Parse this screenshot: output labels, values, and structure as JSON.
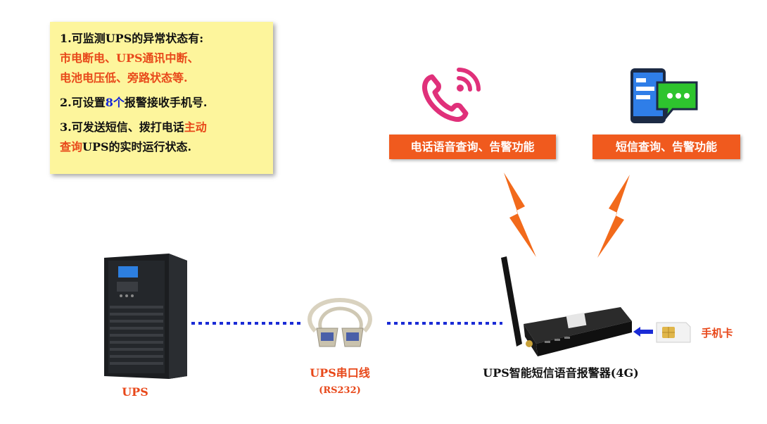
{
  "info": {
    "line1_prefix": "1.",
    "line1_text": "可监测UPS的异常状态有:",
    "line1_red_a": "市电断电、UPS通讯中断、",
    "line1_red_b": "电池电压低、旁路状态等.",
    "line2_prefix": "2.",
    "line2_a": "可设置",
    "line2_blue": "8个",
    "line2_b": "报警接收手机号.",
    "line3_prefix": "3.",
    "line3_a": "可发送短信、拨打电话",
    "line3_red_a": "主动",
    "line3_red_b": "查询",
    "line3_b": "UPS的实时运行状态."
  },
  "badges": {
    "phone": "电话语音查询、告警功能",
    "sms": "短信查询、告警功能"
  },
  "labels": {
    "ups": "UPS",
    "cable": "UPS串口线",
    "cable_sub": "(RS232)",
    "device": "UPS智能短信语音报警器(4G)",
    "sim": "手机卡"
  },
  "colors": {
    "accent_orange": "#f05a1e",
    "note_yellow": "#fdf59c",
    "link_blue": "#1a2bd6",
    "phone_pink": "#e0307a",
    "sms_green": "#2ec42e"
  }
}
